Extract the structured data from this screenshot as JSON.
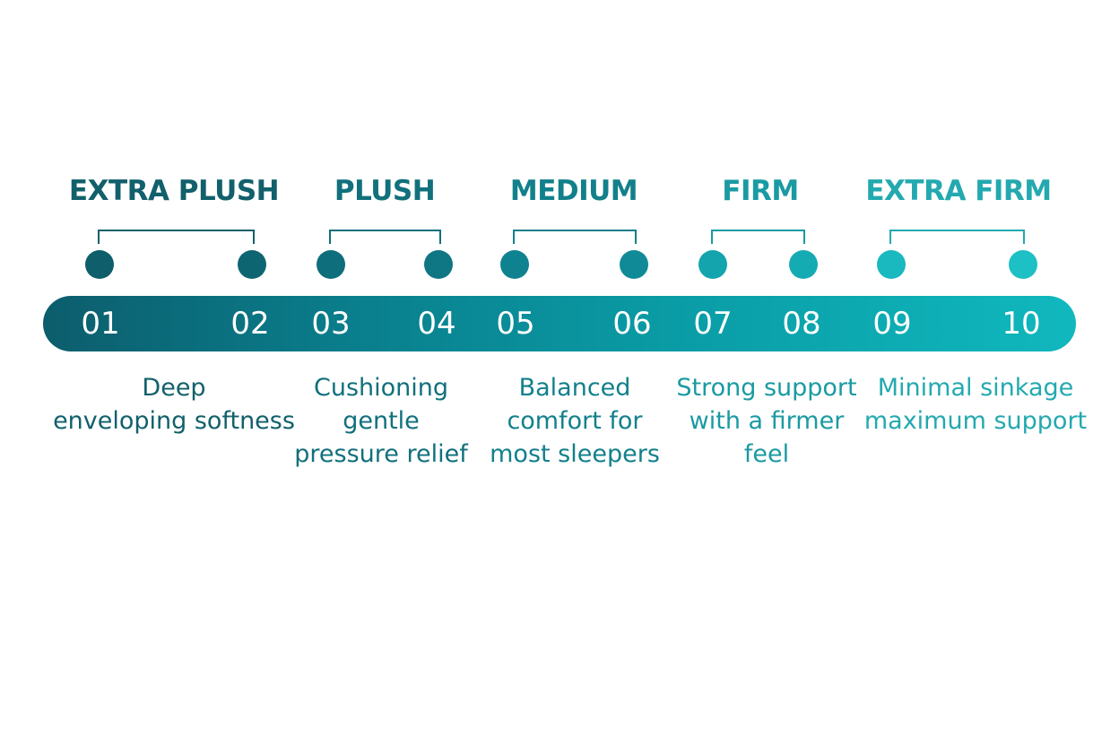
{
  "groups": [
    {
      "title": "EXTRA PLUSH",
      "desc": [
        "Deep",
        "enveloping softness"
      ],
      "color": "#11606b"
    },
    {
      "title": "PLUSH",
      "desc": [
        "Cushioning",
        "gentle",
        "pressure relief"
      ],
      "color": "#11707c"
    },
    {
      "title": "MEDIUM",
      "desc": [
        "Balanced",
        "comfort for",
        "most sleepers"
      ],
      "color": "#12808b"
    },
    {
      "title": "FIRM",
      "desc": [
        "Strong support",
        "with a firmer",
        "feel"
      ],
      "color": "#1a9aa2"
    },
    {
      "title": "EXTRA FIRM",
      "desc": [
        "Minimal sinkage",
        "maximum support"
      ],
      "color": "#23a9af"
    }
  ],
  "levels": [
    "01",
    "02",
    "03",
    "04",
    "05",
    "06",
    "07",
    "08",
    "09",
    "10"
  ],
  "dot_colors": [
    "#0e5e6b",
    "#0e6572",
    "#0e6e7b",
    "#0f7683",
    "#0f8290",
    "#108a97",
    "#13a4ad",
    "#15abb3",
    "#1ab8bf",
    "#1cc0c5"
  ]
}
